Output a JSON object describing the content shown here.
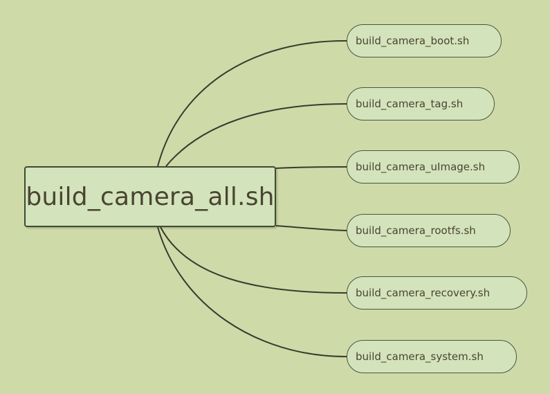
{
  "root": {
    "label": "build_camera_all.sh"
  },
  "children": [
    {
      "label": "build_camera_boot.sh"
    },
    {
      "label": "build_camera_tag.sh"
    },
    {
      "label": "build_camera_uImage.sh"
    },
    {
      "label": "build_camera_rootfs.sh"
    },
    {
      "label": "build_camera_recovery.sh"
    },
    {
      "label": "build_camera_system.sh"
    }
  ],
  "colors": {
    "background": "#cedaa8",
    "node_fill": "#d3e3bb",
    "connector": "#3a3a2e",
    "text": "#4a4433"
  }
}
